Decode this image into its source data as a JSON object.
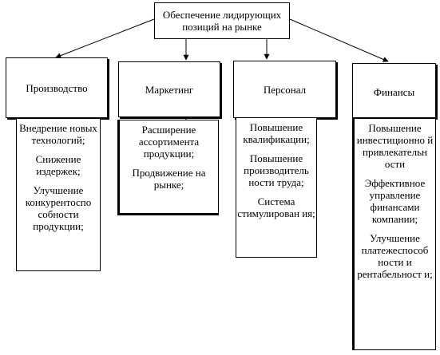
{
  "title": "Обеспечение лидирующих позиций на рынке",
  "categories": [
    {
      "label": "Производство",
      "items": [
        "Внедрение новых технологий;",
        "Снижение издержек;",
        "Улучшение конкурентоспо собности продукции;"
      ]
    },
    {
      "label": "Маркетинг",
      "items": [
        "Расширение ассортимента продукции;",
        "Продвижение на рынке;"
      ]
    },
    {
      "label": "Персонал",
      "items": [
        "Повышение квалификации;",
        "Повышение производитель ности труда;",
        "Система стимулирован ия;"
      ]
    },
    {
      "label": "Финансы",
      "items": [
        "Повышение инвестиционно й привлекательн ости",
        "Эффективное управление финансами компании;",
        "Улучшение платежеспособ ности и рентабельност и;"
      ]
    }
  ]
}
